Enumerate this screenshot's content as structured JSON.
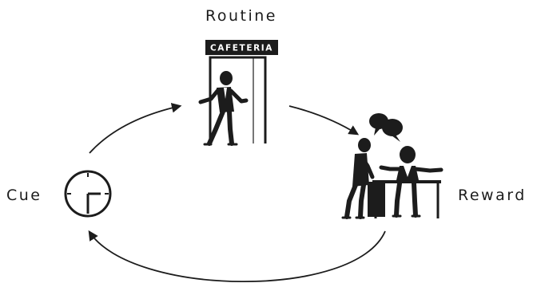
{
  "diagram": {
    "labels": {
      "cue": "Cue",
      "routine": "Routine",
      "reward": "Reward"
    },
    "sign": "CAFETERIA"
  },
  "colors": {
    "ink": "#1c1c1c",
    "background": "#ffffff"
  },
  "icons": {
    "cue": "clock-icon",
    "routine": "person-walking-through-door-icon",
    "reward": "people-chatting-at-table-icon"
  }
}
